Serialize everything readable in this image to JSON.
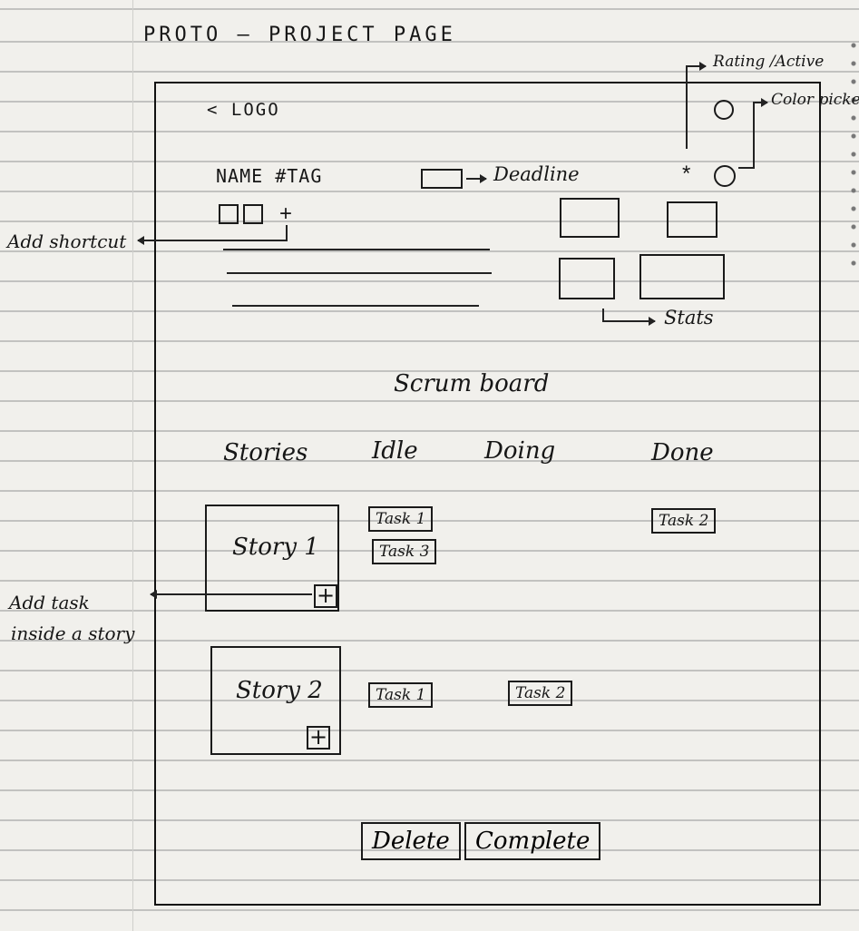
{
  "page_title": "PROTO — PROJECT PAGE",
  "header": {
    "back_logo": "< LOGO",
    "name_tag": "NAME #TAG",
    "star": "*"
  },
  "annotations": {
    "rating_active": "Rating /Active",
    "color_picker": "Color picker",
    "deadline": "Deadline",
    "add_shortcut": "Add shortcut",
    "stats": "Stats",
    "add_task": "Add task",
    "add_task_line2": "inside a story"
  },
  "shortcuts": {
    "add_symbol": "+"
  },
  "board": {
    "title": "Scrum board",
    "columns": [
      "Stories",
      "Idle",
      "Doing",
      "Done"
    ],
    "stories": [
      {
        "label": "Story 1",
        "add_symbol": "+",
        "idle": [
          "Task 1",
          "Task 3"
        ],
        "doing": [],
        "done": [
          "Task 2"
        ]
      },
      {
        "label": "Story 2",
        "add_symbol": "+",
        "idle": [
          "Task 1"
        ],
        "doing": [
          "Task 2"
        ],
        "done": []
      }
    ]
  },
  "actions": {
    "delete_label": "Delete",
    "complete_label": "Complete"
  }
}
